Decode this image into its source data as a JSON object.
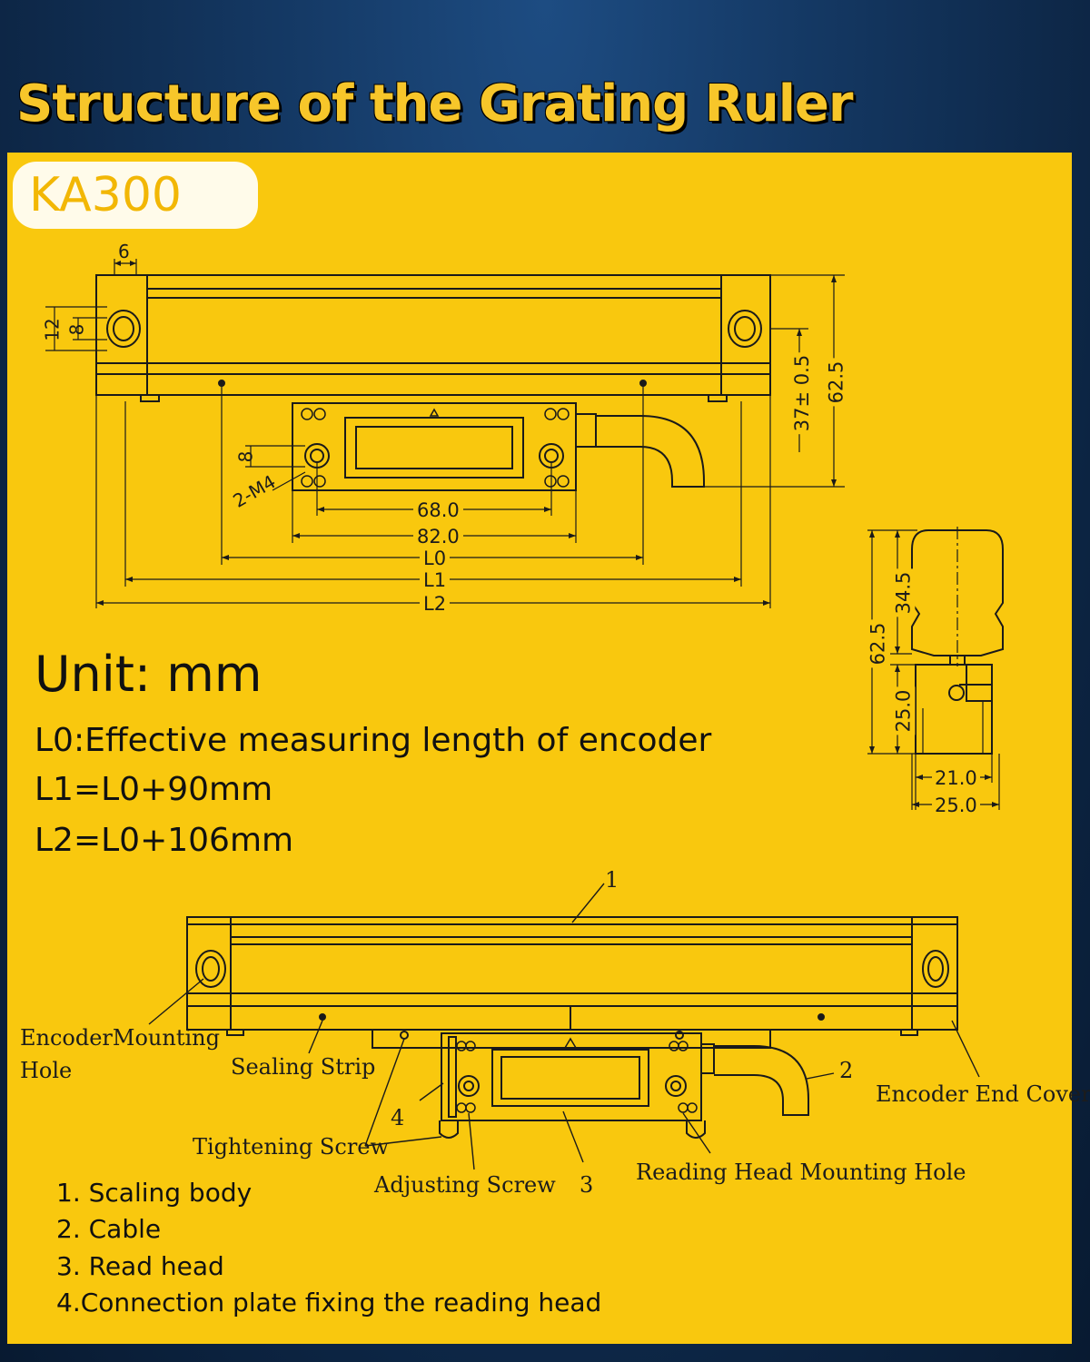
{
  "title": "Structure of the Grating Ruler",
  "model": "KA300",
  "unit_text": "Unit: mm",
  "definitions": [
    "L0:Effective measuring length of encoder",
    "L1=L0+90mm",
    "L2=L0+106mm"
  ],
  "top_drawing": {
    "dims": {
      "six": "6",
      "twelve": "12",
      "eight_a": "8",
      "eight_b": "8",
      "m4": "2-M4",
      "d68": "68.0",
      "d82": "82.0",
      "l0": "L0",
      "l1": "L1",
      "l2": "L2",
      "h37": "37± 0.5",
      "h625": "62.5"
    }
  },
  "side_drawing": {
    "dims": {
      "h625": "62.5",
      "h345": "34.5",
      "h250": "25.0",
      "w210": "21.0",
      "w250": "25.0"
    }
  },
  "parts_drawing": {
    "callouts": {
      "encoder_mounting_hole_line1": "EncoderMounting",
      "encoder_mounting_hole_line2": "Hole",
      "sealing_strip": "Sealing Strip",
      "encoder_end_cover": "Encoder End Cover",
      "tightening_screw": "Tightening Screw",
      "adjusting_screw": "Adjusting Screw",
      "reading_head_mounting_hole": "Reading Head Mounting Hole"
    },
    "numbers": {
      "n1": "1",
      "n2": "2",
      "n3": "3",
      "n4": "4"
    }
  },
  "legend": [
    "1. Scaling body",
    "2. Cable",
    "3. Read head",
    "4.Connection plate fixing the reading head"
  ],
  "colors": {
    "panel": "#f9c80e",
    "title": "#f7c62a",
    "background": "#0d2645"
  }
}
